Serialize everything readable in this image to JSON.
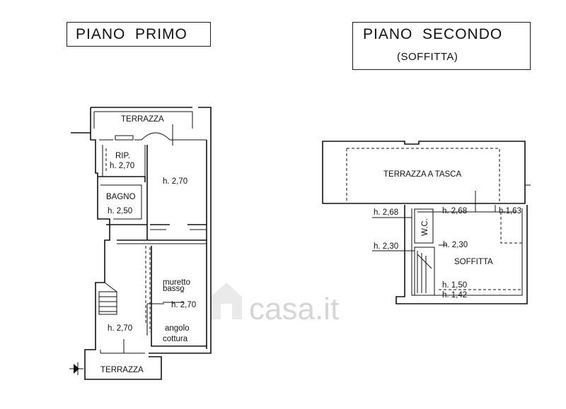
{
  "floor_1": {
    "title": "PIANO  PRIMO",
    "rooms": {
      "terrazza_top": "TERRAZZA",
      "rip": "RIP.",
      "rip_h": "h. 2,70",
      "room_h": "h. 2,70",
      "bagno": "BAGNO",
      "bagno_h": "h. 2,50",
      "muretto": "muretto",
      "basso": "basso",
      "kitchen_h": "h. 2,70",
      "angolo": "angolo",
      "cottura": "cottura",
      "corridor_h": "h. 2,70",
      "terrazza_bottom": "TERRAZZA"
    }
  },
  "floor_2": {
    "title": "PIANO  SECONDO",
    "subtitle": "(SOFFITTA)",
    "rooms": {
      "terrazza_tasca": "TERRAZZA A TASCA",
      "h_268_left": "h. 2,68",
      "h_268_mid": "h. 2,68",
      "h_163": "h.1,63",
      "wc": "W.C.",
      "h_230_left": "h. 2,30",
      "h_230_mid": "h. 2,30",
      "soffitta": "SOFFITTA",
      "h_150": "h. 1,50",
      "h_142": "h. 1,42"
    }
  },
  "watermark": "casa.it"
}
